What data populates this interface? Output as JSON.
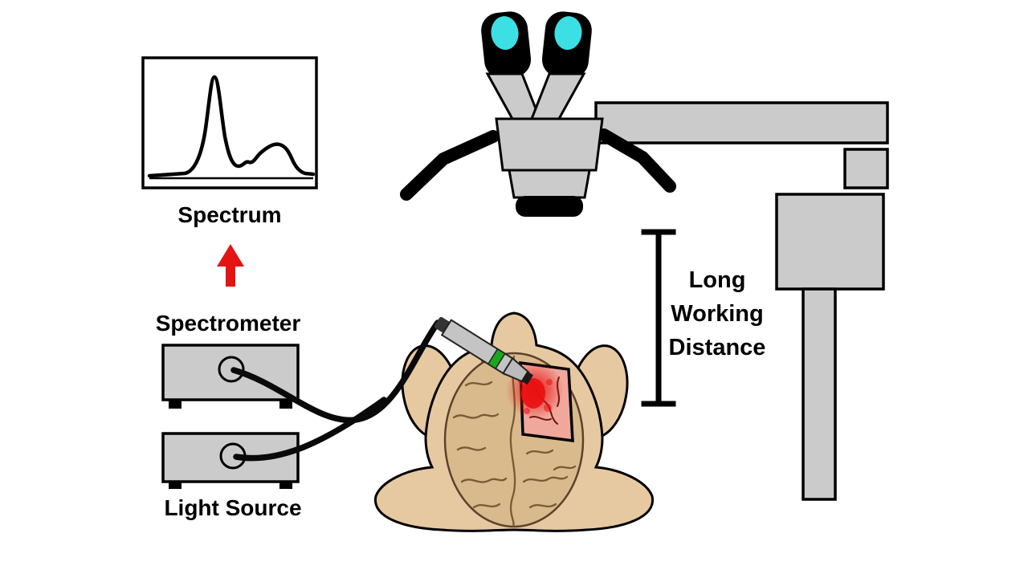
{
  "labels": {
    "spectrum": "Spectrum",
    "spectrometer": "Spectrometer",
    "light_source": "Light Source",
    "working_distance": [
      "Long",
      "Working",
      "Distance"
    ]
  },
  "colors": {
    "equipment_gray": "#cbcbcb",
    "outline": "#000000",
    "lens_cyan": "#3cdfe4",
    "skin": "#e7c9a1",
    "brain": "#d9ba8c",
    "sulci": "#7a5a36",
    "craniotomy_pink": "#f0a89c",
    "vessel": "#6b1410",
    "laser_red": "#ea1010",
    "arrow_red": "#e41414",
    "probe_green": "#1ea51e",
    "probe_silver": "#c4c4c4",
    "cable_black": "#0a0a0a"
  }
}
